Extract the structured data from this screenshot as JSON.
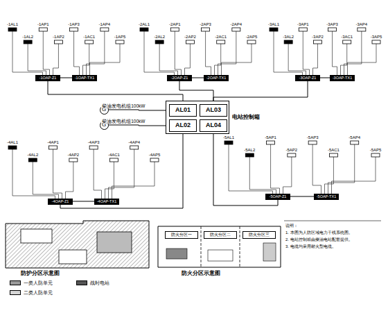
{
  "diagram": {
    "nodes": [
      {
        "text": [
          "电站控制箱"
        ]
      },
      {
        "text": [
          "AL01"
        ],
        "in": 0
      },
      {
        "text": [
          "AL03"
        ],
        "in": 0
      },
      {
        "text": [
          "AL02"
        ],
        "in": 0
      },
      {
        "text": [
          "AL04"
        ],
        "in": 0
      },
      {
        "text": [
          "G"
        ]
      },
      {
        "text": [
          "G"
        ]
      },
      {
        "text": [
          "-1OAP-Z1"
        ]
      },
      {
        "text": [
          "-1OAP-TX1"
        ]
      },
      {
        "text": [
          "-2OAP-Z1"
        ]
      },
      {
        "text": [
          "-2OAP-TX1"
        ]
      },
      {
        "text": [
          "-3OAP-Z1"
        ]
      },
      {
        "text": [
          "-3OAP-TX1"
        ]
      },
      {
        "text": [
          "-4OAP-Z1"
        ]
      },
      {
        "text": [
          "-4OAP-TX1"
        ]
      },
      {
        "text": [
          "-5OAP-Z1"
        ]
      },
      {
        "text": [
          "-5OAP-TX1"
        ]
      },
      {
        "text": [
          "防火分区一"
        ]
      },
      {
        "text": [
          "防火分区二"
        ]
      },
      {
        "text": [
          "防火分区三"
        ]
      }
    ],
    "edges": [
      {
        "from": 5,
        "to": 1,
        "arrow": "none",
        "label": "柴油发电机组100kW"
      },
      {
        "from": 6,
        "to": 3,
        "arrow": "none",
        "label": "柴油发电机组100kW"
      },
      {
        "from": 1,
        "to": 7,
        "arrow": "none"
      },
      {
        "from": 2,
        "to": 9,
        "arrow": "none"
      },
      {
        "from": 2,
        "to": 11,
        "arrow": "none"
      },
      {
        "from": 3,
        "to": 13,
        "arrow": "none"
      },
      {
        "from": 4,
        "to": 15,
        "arrow": "none"
      },
      {
        "from": 7,
        "to": 8,
        "arrow": "none"
      },
      {
        "from": 9,
        "to": 10,
        "arrow": "none"
      },
      {
        "from": 11,
        "to": 12,
        "arrow": "none"
      },
      {
        "from": 13,
        "to": 14,
        "arrow": "none"
      },
      {
        "from": 15,
        "to": 16,
        "arrow": "none"
      }
    ],
    "labels": [
      "-1AL1",
      "-1AL2",
      "-1AP1",
      "-1AP2",
      "-1AP3",
      "-1AC1",
      "-1AP4",
      "-1AP5",
      "-2AL1",
      "-2AL2",
      "-2AP1",
      "-2AP2",
      "-2AP3",
      "-2AC1",
      "-2AP4",
      "-2AP5",
      "-3AL1",
      "-3AL2",
      "-3AP1",
      "-3AP2",
      "-3AP3",
      "-3AC1",
      "-3AP4",
      "-3AP5",
      "-4AL1",
      "-4AL2",
      "-4AP1",
      "-4AP2",
      "-4AP3",
      "-4AC1",
      "-4AP4",
      "-4AP5",
      "-5AL1",
      "-5AL2",
      "-5AP1",
      "-5AP2",
      "-5AP3",
      "-5AC1",
      "-5AP4",
      "-5AP5",
      "防护分区示意图",
      "防火分区示意图",
      "说明：",
      "1. 本图为人防区域电力干线系统图。",
      "2. 电站控制箱由柴油电站配套提供。",
      "3. 电缆均采用耐火型电缆。"
    ],
    "legend": [
      {
        "text": "一类人防单元",
        "color": "#9a9a9a"
      },
      {
        "text": "二类人防单元",
        "color": "#d6d6d6"
      },
      {
        "text": "战时电站",
        "color": "#555555"
      }
    ]
  }
}
